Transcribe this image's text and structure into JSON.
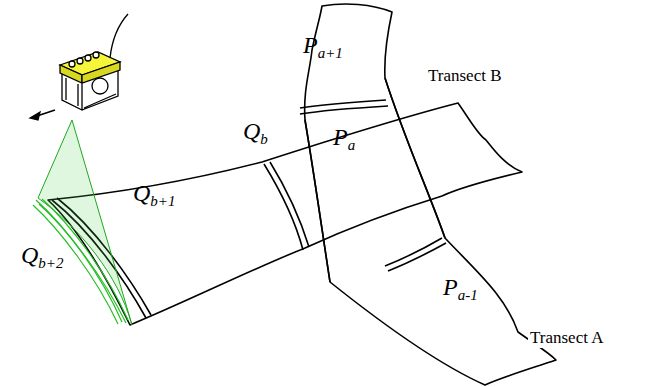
{
  "diagram": {
    "nodes": [
      {
        "text": [
          "Pa+1"
        ]
      },
      {
        "text": [
          "Qb"
        ]
      },
      {
        "text": [
          "Pa"
        ]
      },
      {
        "text": [
          "Qb+1"
        ]
      },
      {
        "text": [
          "Pa-1"
        ]
      },
      {
        "text": [
          "Qb+2"
        ]
      }
    ],
    "labels": [
      "Transect B",
      "Transect A"
    ]
  }
}
